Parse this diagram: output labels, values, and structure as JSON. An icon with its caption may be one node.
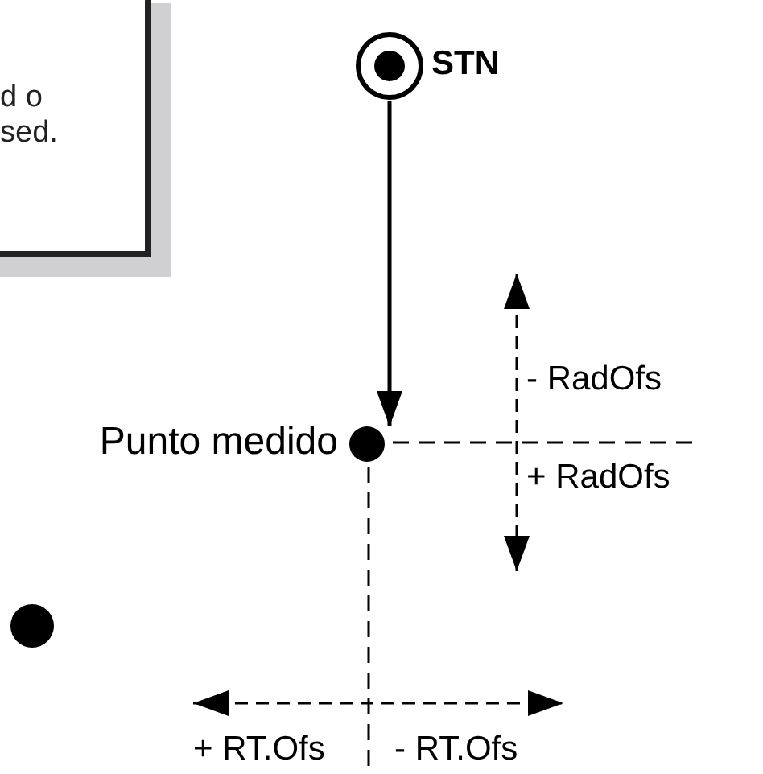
{
  "diagram": {
    "nodes": [
      {
        "text": [
          "d o sed."
        ]
      },
      {
        "text": [
          "STN"
        ]
      },
      {
        "text": [
          "Punto medido"
        ]
      },
      {
        "text": [],
        "shape": "circle"
      }
    ],
    "edges": [
      {
        "from": 1,
        "to": 2,
        "arrow": "to"
      }
    ],
    "labels": [
      "- RadOfs",
      "+ RadOfs",
      "+ RT.Ofs",
      "- RT.Ofs"
    ]
  }
}
